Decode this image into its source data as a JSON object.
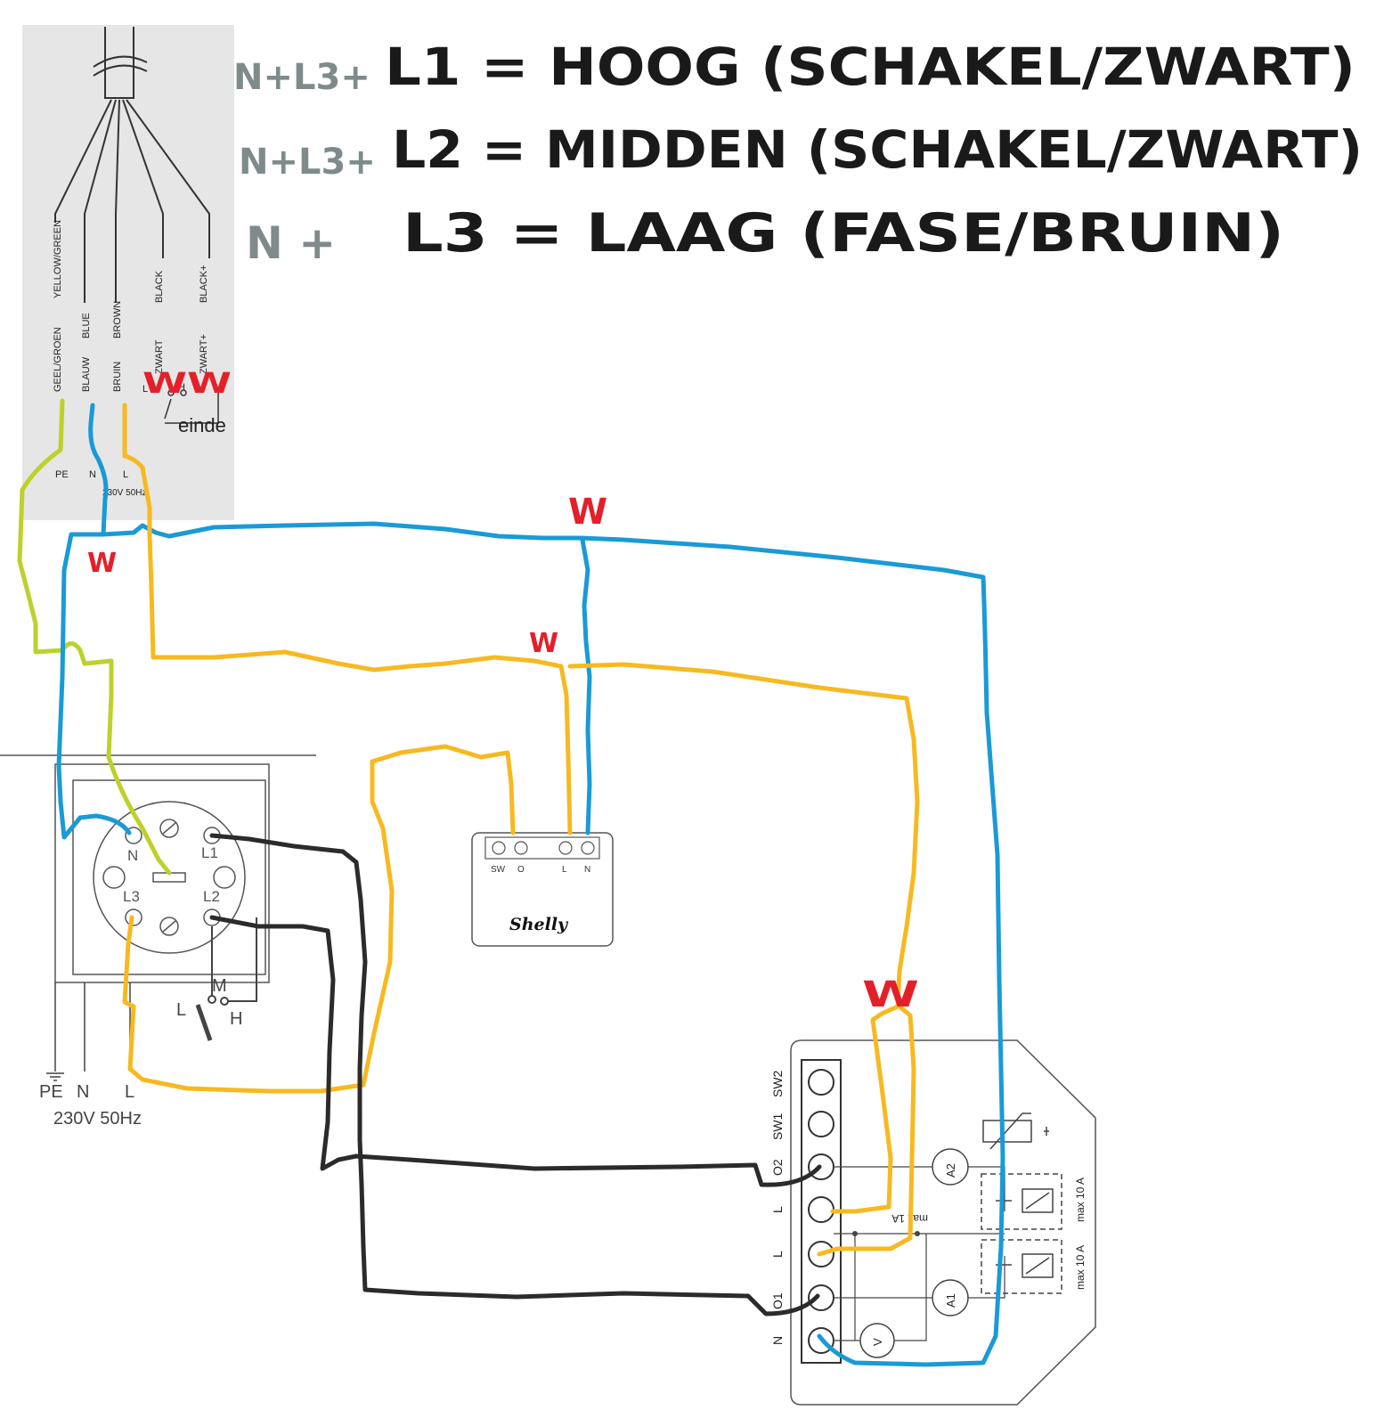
{
  "notes": {
    "line1": {
      "prefix": "N+L3+",
      "text": "L1 = HOOG (SCHAKEL/ZWART)"
    },
    "line2": {
      "prefix": "N+L3+",
      "text": "L2 = MIDDEN (SCHAKEL/ZWART)"
    },
    "line3": {
      "prefix": "N +",
      "text": "L3 = LAAG (FASE/BRUIN)"
    }
  },
  "cable": {
    "wires": [
      {
        "en": "YELLOW/GREEN",
        "nl": "GEEL/GROEN"
      },
      {
        "en": "BLUE",
        "nl": "BLAUW"
      },
      {
        "en": "BROWN",
        "nl": "BRUIN"
      },
      {
        "en": "BLACK",
        "nl": "ZWART"
      },
      {
        "en": "BLACK+",
        "nl": "ZWART+"
      }
    ],
    "switch_L": "L",
    "switch_H": "H",
    "terminals": [
      "PE",
      "N",
      "L"
    ],
    "supply": "230V 50Hz",
    "note": "einde"
  },
  "markers": {
    "w": "W",
    "ww": "WW"
  },
  "fan_socket": {
    "terminals": [
      "N",
      "L1",
      "L3",
      "L2"
    ],
    "switch": {
      "L": "L",
      "M": "M",
      "H": "H"
    },
    "supply_terminals": [
      "PE",
      "N",
      "L"
    ],
    "supply": "230V 50Hz"
  },
  "shelly_1": {
    "terminals": [
      "SW",
      "O",
      "L",
      "N"
    ],
    "brand": "Shelly"
  },
  "shelly_2": {
    "terminals": [
      "SW2",
      "SW1",
      "O2",
      "L",
      "L",
      "O1",
      "N"
    ],
    "meters": [
      "A2",
      "A1",
      "V"
    ],
    "max_1a": "max 1A",
    "max_10a_1": "max 10 A",
    "max_10a_2": "max 10 A"
  },
  "colors": {
    "blue_wire": "#1a9ad6",
    "yellow_wire": "#f7b921",
    "green_wire": "#bdd12a",
    "black_wire": "#2b2b2b",
    "marker_red": "#e3202a",
    "photo_bg": "#e6e6e6"
  }
}
